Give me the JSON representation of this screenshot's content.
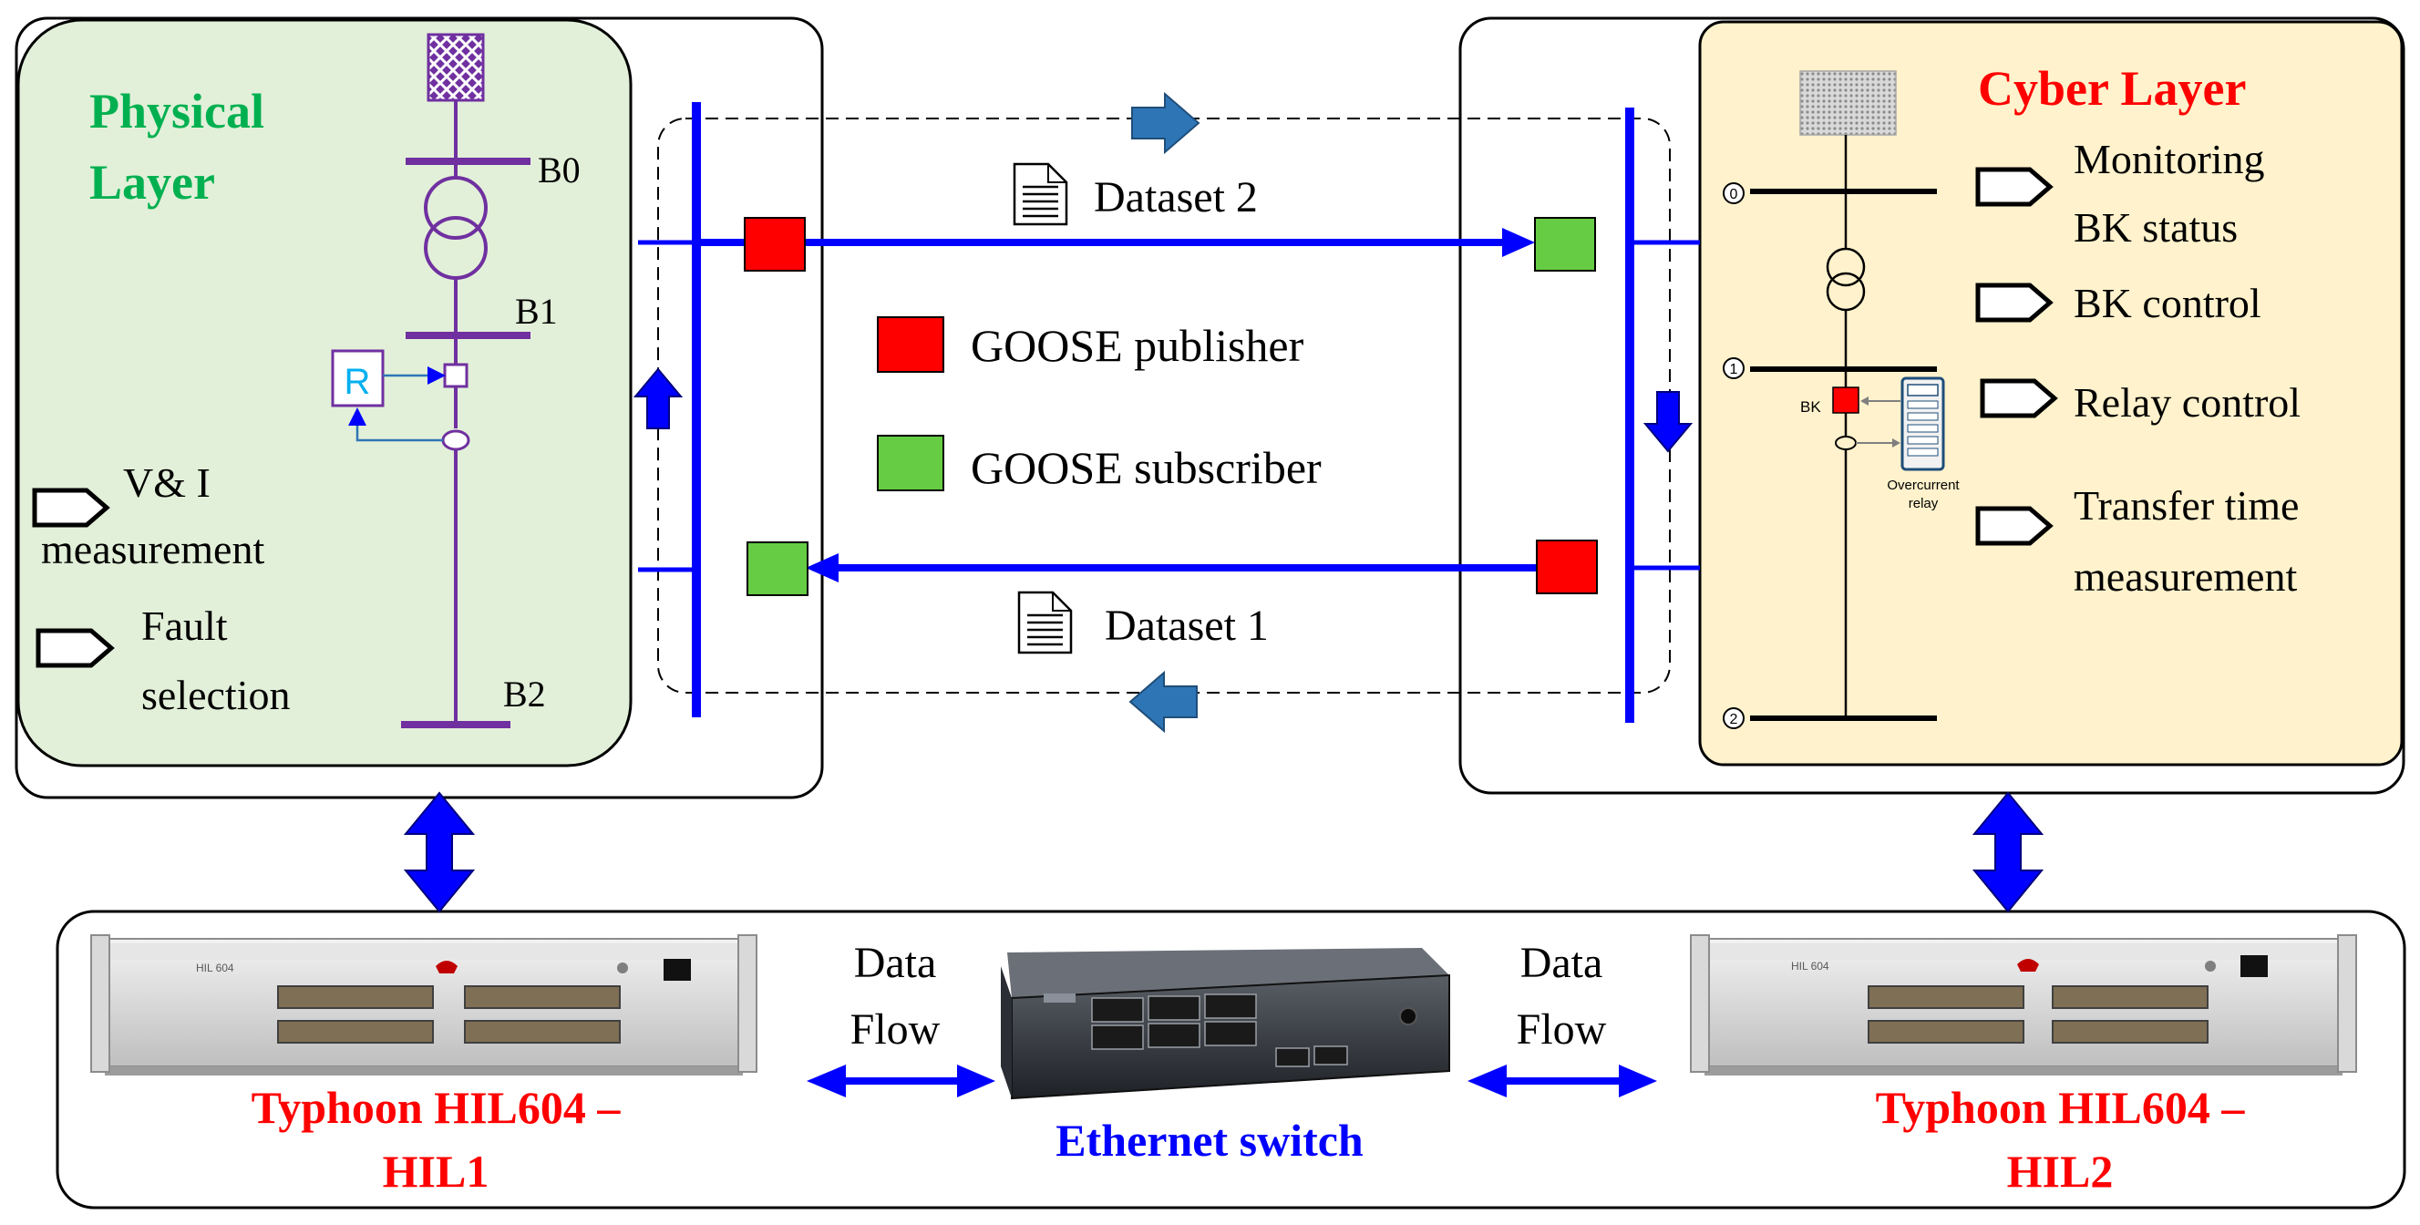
{
  "physical": {
    "title_line1": "Physical",
    "title_line2": "Layer",
    "bus_b0": "B0",
    "bus_b1": "B1",
    "bus_b2": "B2",
    "relay_symbol": "R",
    "tag_vi_line1": "V& I",
    "tag_vi_line2": "measurement",
    "tag_fault_line1": "Fault",
    "tag_fault_line2": "selection"
  },
  "cyber": {
    "title": "Cyber Layer",
    "bus_0": "0",
    "bus_1": "1",
    "bus_2": "2",
    "bk_label": "BK",
    "relay_caption_line1": "Overcurrent",
    "relay_caption_line2": "relay",
    "tag_monitor_line1": "Monitoring",
    "tag_monitor_line2": "BK status",
    "tag_bk_control": "BK control",
    "tag_relay_control": "Relay control",
    "tag_transfer_line1": "Transfer time",
    "tag_transfer_line2": "measurement"
  },
  "network": {
    "dataset2": "Dataset 2",
    "dataset1": "Dataset 1",
    "legend_publisher": "GOOSE publisher",
    "legend_subscriber": "GOOSE subscriber"
  },
  "hardware": {
    "hil1_line1": "Typhoon HIL604 –",
    "hil1_line2": "HIL1",
    "hil2_line1": "Typhoon HIL604 –",
    "hil2_line2": "HIL2",
    "switch_label": "Ethernet switch",
    "flow_left_line1": "Data",
    "flow_left_line2": "Flow",
    "flow_right_line1": "Data",
    "flow_right_line2": "Flow",
    "device_model_1": "HIL 604",
    "device_model_2": "HIL 604"
  },
  "colors": {
    "physical_fill": "#e2f0d9",
    "cyber_fill": "#fff2cc",
    "physical_title": "#00b050",
    "cyber_title": "#ff0000",
    "hil_label": "#ff0000",
    "switch_label": "#0000ff",
    "link_blue": "#0000ff",
    "publisher": "#ff0000",
    "subscriber": "#66cc44",
    "circuit_purple": "#7030a0"
  }
}
